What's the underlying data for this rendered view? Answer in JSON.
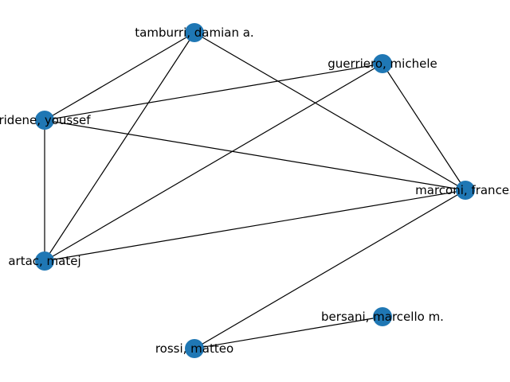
{
  "graph": {
    "node_color": "#1f77b4",
    "edge_color": "#000000",
    "background": "#ffffff",
    "nodes": [
      {
        "id": "tamburri",
        "label": "tamburri, damian a."
      },
      {
        "id": "guerriero",
        "label": "guerriero, michele"
      },
      {
        "id": "ridene",
        "label": "ridene, youssef"
      },
      {
        "id": "marconi",
        "label": "marconi, frances"
      },
      {
        "id": "artac",
        "label": "artac, matej"
      },
      {
        "id": "bersani",
        "label": "bersani, marcello m."
      },
      {
        "id": "rossi",
        "label": "rossi, matteo"
      }
    ],
    "edges": [
      [
        "tamburri",
        "ridene"
      ],
      [
        "tamburri",
        "artac"
      ],
      [
        "tamburri",
        "marconi"
      ],
      [
        "guerriero",
        "ridene"
      ],
      [
        "guerriero",
        "artac"
      ],
      [
        "guerriero",
        "marconi"
      ],
      [
        "ridene",
        "artac"
      ],
      [
        "ridene",
        "marconi"
      ],
      [
        "marconi",
        "artac"
      ],
      [
        "marconi",
        "rossi"
      ],
      [
        "rossi",
        "bersani"
      ]
    ]
  }
}
